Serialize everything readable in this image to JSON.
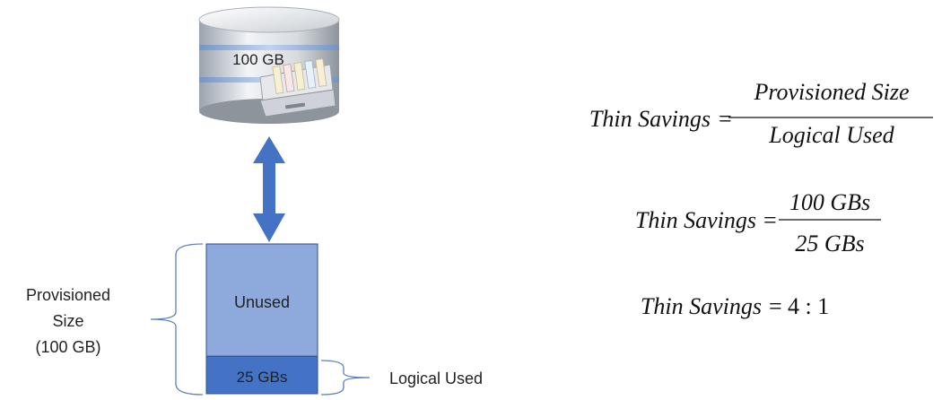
{
  "database": {
    "capacity_label": "100 GB"
  },
  "volume": {
    "unused_label": "Unused",
    "used_label": "25 GBs",
    "used_fraction": 0.25,
    "colors": {
      "unused": "#8ea9db",
      "used": "#4472c4",
      "border": "#2f4f8f"
    }
  },
  "arrow_color": "#4472c4",
  "brace_color": "#5b7fbf",
  "provisioned_label": [
    "Provisioned",
    "Size",
    "(100 GB)"
  ],
  "logical_used_label": "Logical Used",
  "formulas": {
    "f1": {
      "lhs": "Thin Savings",
      "numerator": "Provisioned Size",
      "denominator": "Logical Used"
    },
    "f2": {
      "lhs": "Thin Savings",
      "numerator": "100 GBs",
      "denominator": "25 GBs"
    },
    "f3": {
      "lhs": "Thin Savings",
      "rhs": "4 : 1"
    }
  }
}
